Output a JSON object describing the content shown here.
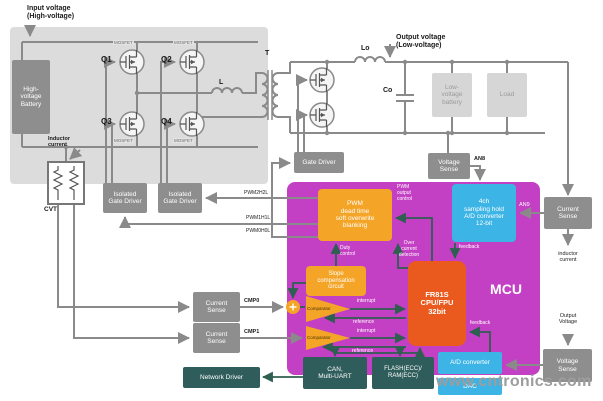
{
  "colors": {
    "panel_gray": "#dcdcdc",
    "mcu_purple": "#c33fc3",
    "block_gray": "#8e8e8e",
    "block_light": "#d6d6d6",
    "block_teal": "#2f5d5b",
    "block_cyan": "#3cb4e5",
    "block_orange": "#f4a427",
    "block_red": "#ea5a1f",
    "wire_gray": "#8a8a8a",
    "signal_teal": "#2e5f50",
    "watermark_gray": "#9d9d9d"
  },
  "labels": {
    "input_voltage": "Input voltage\n(High-voltage)",
    "output_voltage": "Output voltage\n(Low-voltage)",
    "hv_battery": "High-\nvoltage\nBattery",
    "lv_battery": "Low-\nvoltage\nbattery",
    "load": "Load",
    "q1": "Q1",
    "q2": "Q2",
    "q3": "Q3",
    "q4": "Q4",
    "mosfet": "MOSFET",
    "l": "L",
    "t": "T",
    "lo": "Lo",
    "co": "Co",
    "inductor_current": "Inductor\ncurrent",
    "cvt": "CVT",
    "isolated_gate_driver": "Isolated\nGate Driver",
    "gate_driver": "Gate Driver",
    "voltage_sense": "Voltage\nSense",
    "current_sense": "Current\nSense",
    "an8": "AN8",
    "an9": "AN9",
    "pwm2h2l": "PWM2H2L",
    "pwm1h1l": "PWM1H1L",
    "pwm0h0l": "PWM0H0L",
    "pwm_block": "PWM\ndead time\nsoft overwrite\nblanking",
    "pwm_output_control": "PWM\noutput\ncontrol",
    "sampling_adc": "4ch\nsampling hold\nA/D converter\n12-bit",
    "feedback": "feedback",
    "over_current_detection": "Over\ncurrent\ndetection",
    "duty_control": "Duty\ncontrol",
    "slope_compensation": "Slope\ncompensation\ncircuit",
    "comparator": "Comparator",
    "interrupt": "interrupt",
    "reference": "reference",
    "fr81s": "FR81S\nCPU/FPU\n32bit",
    "mcu": "MCU",
    "cmp0": "CMP0",
    "cmp1": "CMP1",
    "can_uart": "CAN,\nMulti-UART",
    "flash_ram": "FLASH(ECC)/\nRAM(ECC)",
    "ad_converter": "A/D converter",
    "dac": "DAC",
    "inductor_current_note": "inductor\ncurrent",
    "output_voltage_note": "Output\nVoltage",
    "network_driver": "Network Driver",
    "watermark": "www.cntronics.com"
  }
}
